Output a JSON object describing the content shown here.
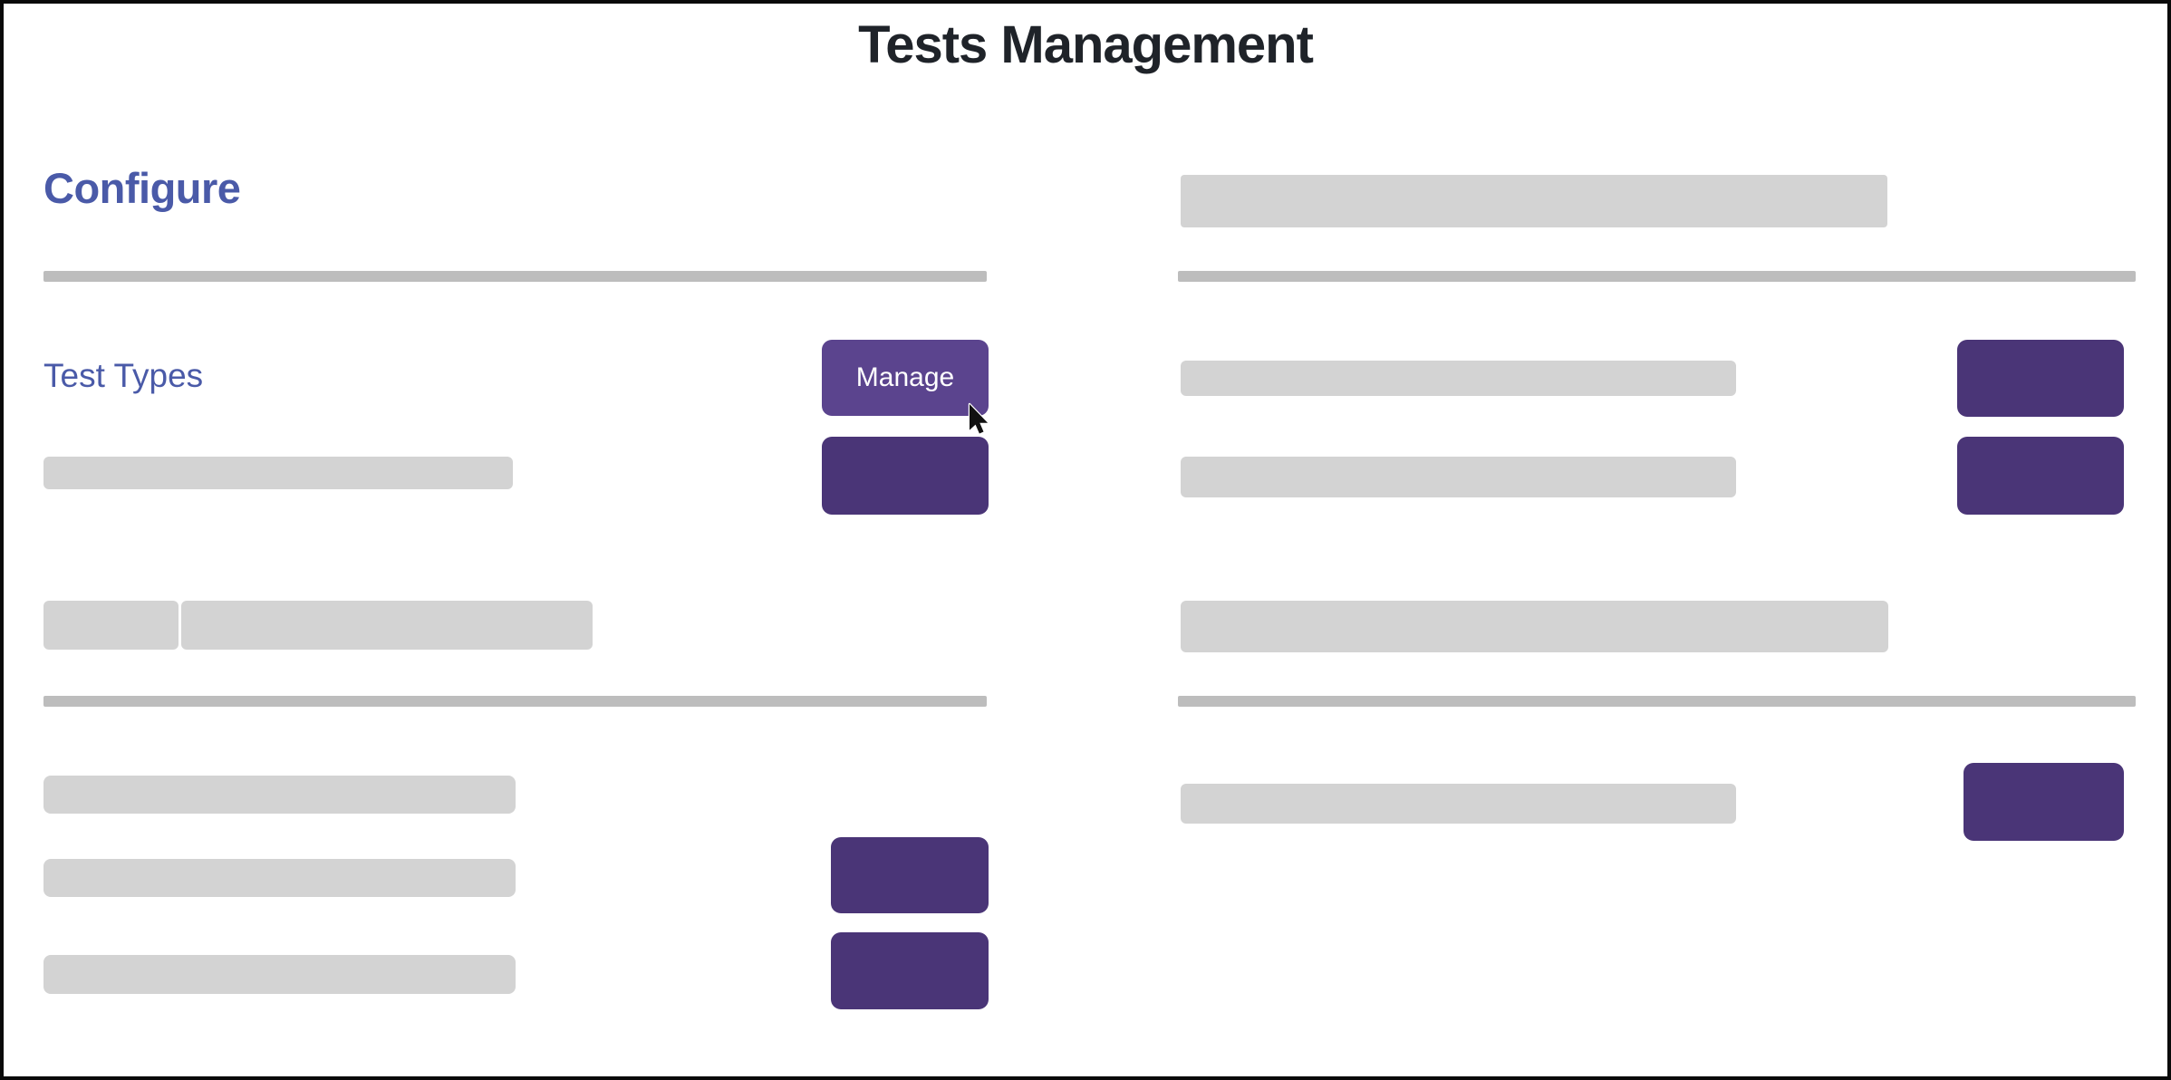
{
  "page": {
    "title": "Tests Management"
  },
  "configure_panel": {
    "heading": "Configure",
    "rows": [
      {
        "label": "Test Types",
        "primary_action": "Manage"
      }
    ]
  },
  "right_panel": {
    "state": "loading-skeleton"
  },
  "colors": {
    "accent_purple": "#4a3577",
    "accent_purple_hover": "#5b448e",
    "heading_indigo": "#4a5aa8",
    "skeleton_gray": "#d3d3d3",
    "divider_gray": "#bdbdbd",
    "title_color": "#1f2329",
    "page_background": "#ffffff",
    "border_color": "#0a0a0a"
  },
  "icons": {
    "cursor": "arrow-pointer"
  }
}
